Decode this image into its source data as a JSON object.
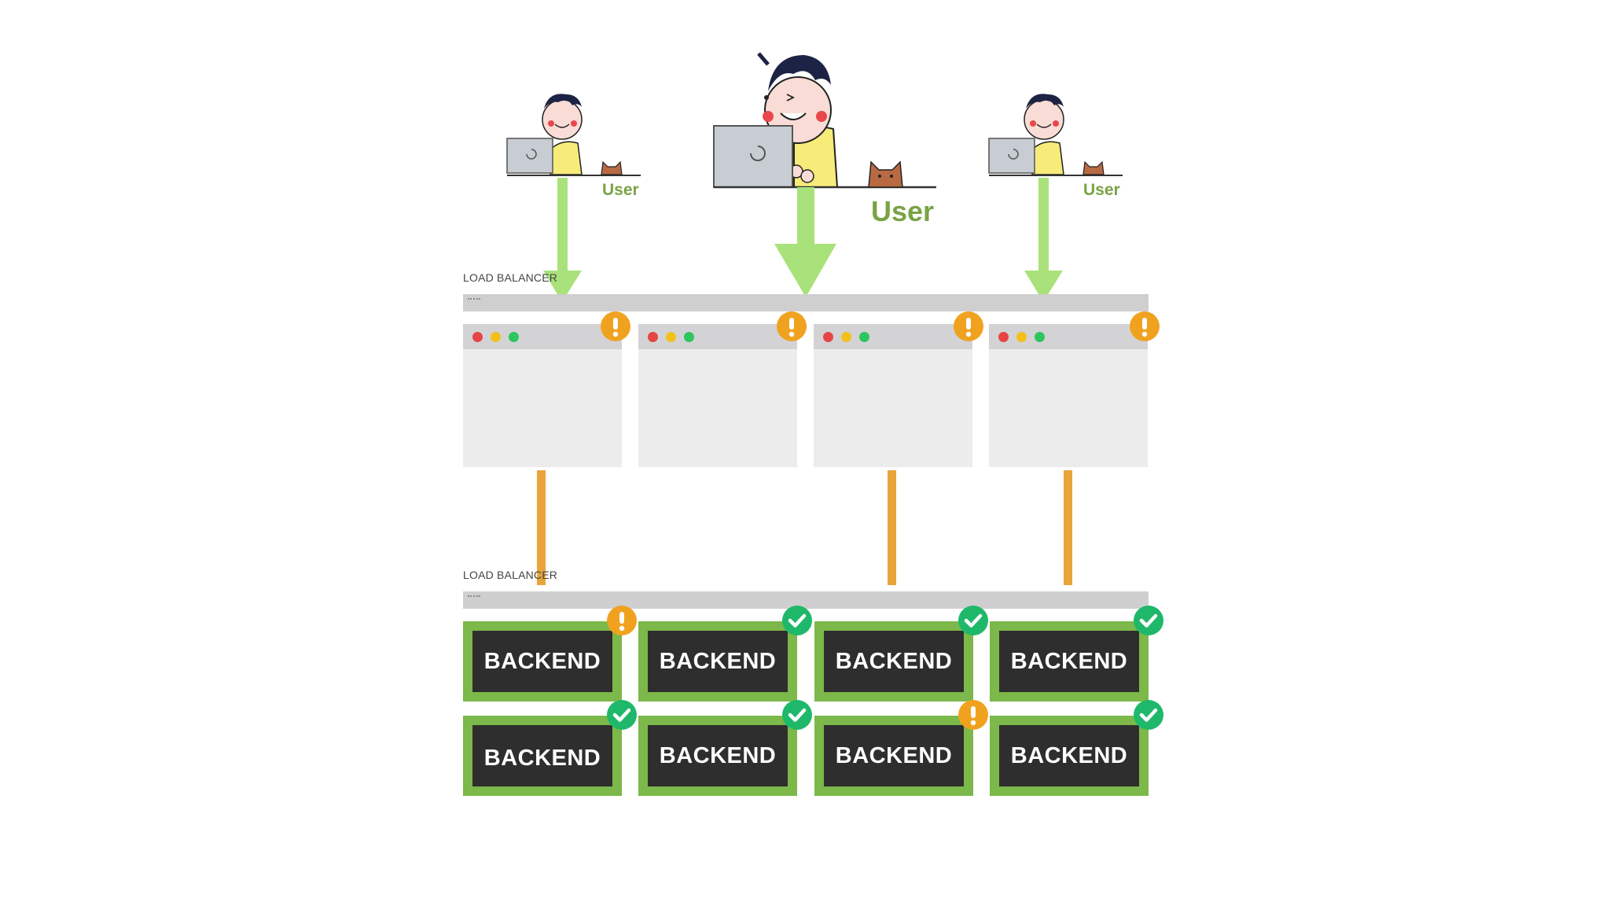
{
  "users": [
    {
      "label": "User",
      "size": "small"
    },
    {
      "label": "User",
      "size": "large"
    },
    {
      "label": "User",
      "size": "small"
    }
  ],
  "frontend_load_balancer": {
    "label": "LOAD BALANCER"
  },
  "backend_load_balancer": {
    "label": "LOAD BALANCER"
  },
  "frontend_windows": [
    {
      "status": "warning"
    },
    {
      "status": "warning"
    },
    {
      "status": "warning"
    },
    {
      "status": "warning"
    }
  ],
  "backends": [
    {
      "label": "BACKEND",
      "status": "warning"
    },
    {
      "label": "BACKEND",
      "status": "ok"
    },
    {
      "label": "BACKEND",
      "status": "ok"
    },
    {
      "label": "BACKEND",
      "status": "ok"
    },
    {
      "label": "BACKEND",
      "status": "ok"
    },
    {
      "label": "BACKEND",
      "status": "ok"
    },
    {
      "label": "BACKEND",
      "status": "warning"
    },
    {
      "label": "BACKEND",
      "status": "ok"
    }
  ],
  "colors": {
    "user_arrow": "#a9e27a",
    "link": "#e9a53a",
    "backend_border": "#7cb84a",
    "warning_badge": "#f0a21f",
    "ok_badge": "#1fb86a"
  }
}
